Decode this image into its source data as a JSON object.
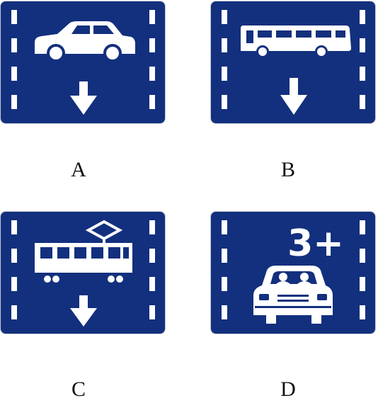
{
  "colors": {
    "sign_blue": "#13307e",
    "symbol_white": "#ffffff",
    "label_text": "#111111"
  },
  "options": [
    {
      "label": "A",
      "sign": "car-lane-sign",
      "icon": "car-icon"
    },
    {
      "label": "B",
      "sign": "bus-lane-sign",
      "icon": "bus-icon"
    },
    {
      "label": "C",
      "sign": "tram-lane-sign",
      "icon": "tram-icon"
    },
    {
      "label": "D",
      "sign": "multi-occupant-lane-sign",
      "icon": "car-front-icon",
      "sign_text": "3+"
    }
  ]
}
